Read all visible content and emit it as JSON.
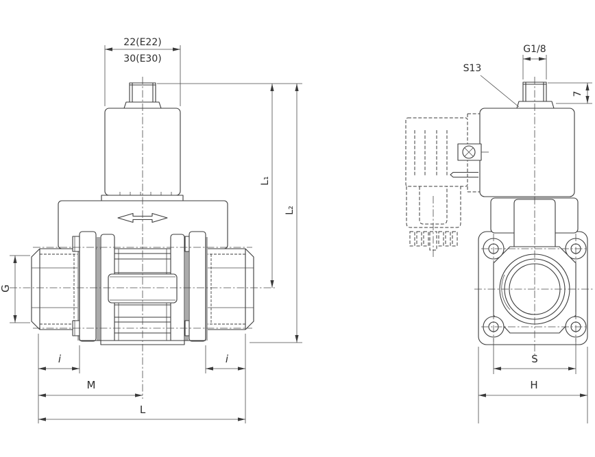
{
  "drawing": {
    "background": "#ffffff",
    "line_color": "#3a3a3a",
    "gasket_color": "#ababab"
  },
  "labels": {
    "coil_w1": "22(E22)",
    "coil_w2": "30(E30)",
    "l1": "L₁",
    "l2": "L₂",
    "g": "G",
    "i_left": "i",
    "i_right": "i",
    "m": "M",
    "l": "L",
    "pilot_thread": "G1/8",
    "hex": "S13",
    "pilot_height": "7",
    "s": "S",
    "h": "H"
  }
}
